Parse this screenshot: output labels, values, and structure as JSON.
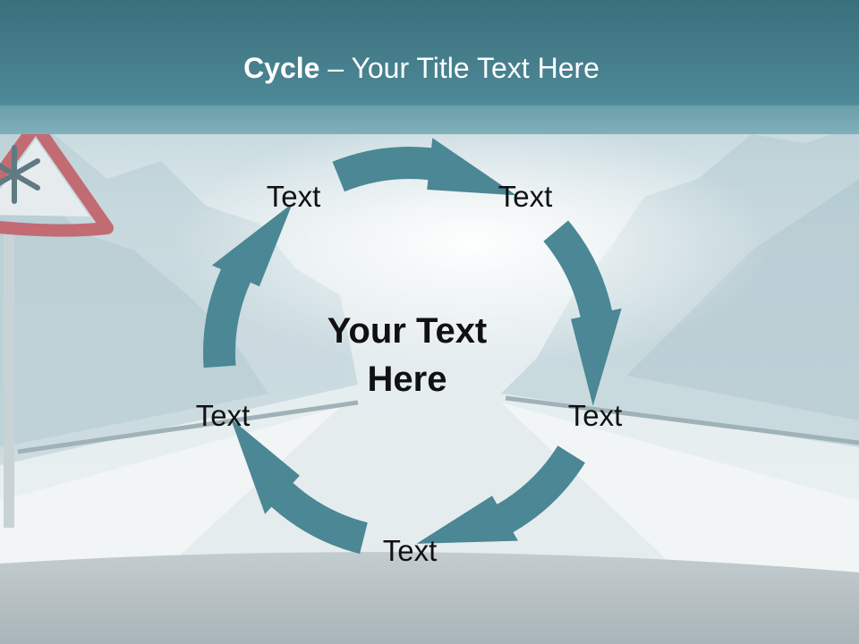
{
  "slide": {
    "title_bold": "Cycle",
    "title_rest": " – Your Title Text Here",
    "center_line1": "Your Text",
    "center_line2": "Here"
  },
  "cycle": {
    "labels": [
      "Text",
      "Text",
      "Text",
      "Text",
      "Text"
    ]
  },
  "colors": {
    "header": "#3f7684",
    "arrow": "#4b8795",
    "sign_red": "#b84a55",
    "snow": "#e8f0f2",
    "dashboard": "#b9c3c7"
  }
}
